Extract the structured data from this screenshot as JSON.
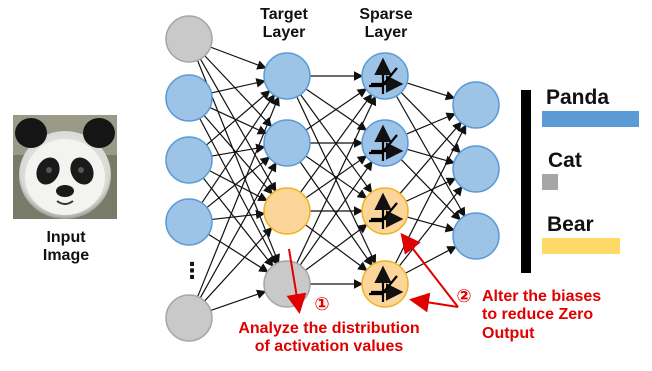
{
  "input": {
    "line1": "Input",
    "line2": "Image"
  },
  "target_layer": {
    "line1": "Target",
    "line2": "Layer"
  },
  "sparse_layer": {
    "line1": "Sparse",
    "line2": "Layer"
  },
  "ellipsis": "⋮",
  "annotation1": {
    "number": "①",
    "line1": "Analyze the distribution",
    "line2": "of activation values"
  },
  "annotation2": {
    "number": "②",
    "line1": "Alter the biases",
    "line2": "to reduce Zero",
    "line3": "Output"
  },
  "outputs": [
    {
      "label": "Panda",
      "score": 1.0,
      "color": "#5b9bd5"
    },
    {
      "label": "Cat",
      "score": 0.17,
      "color": "#a6a6a6"
    },
    {
      "label": "Bear",
      "score": 0.8,
      "color": "#ffd966"
    }
  ],
  "colors": {
    "blue_fill": "#9dc3e6",
    "blue_stroke": "#5b9bd5",
    "gray_fill": "#c9c9c9",
    "gray_stroke": "#a6a6a6",
    "orange_fill": "#fcd59b",
    "orange_stroke": "#f0b323",
    "annotation": "#e00000"
  }
}
